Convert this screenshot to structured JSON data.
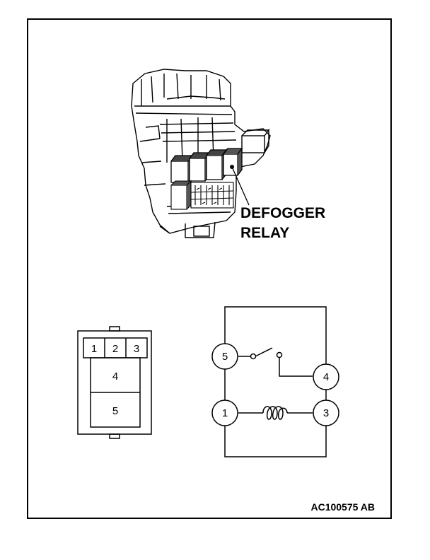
{
  "callout": {
    "line1": "DEFOGGER",
    "line2": "RELAY"
  },
  "connector_pins": {
    "p1": "1",
    "p2": "2",
    "p3": "3",
    "p4": "4",
    "p5": "5"
  },
  "schematic_terminals": {
    "t5": "5",
    "t4": "4",
    "t1": "1",
    "t3": "3"
  },
  "figure_code": "AC100575 AB"
}
